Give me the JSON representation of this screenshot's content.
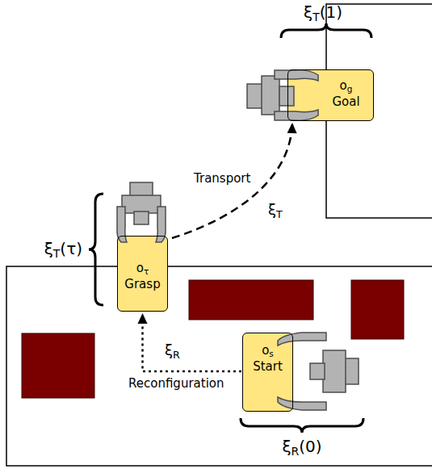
{
  "diagram": {
    "nodes": [
      {
        "text": [
          "og",
          "Goal"
        ]
      },
      {
        "text": [
          "oτ",
          "Grasp"
        ]
      },
      {
        "text": [
          "os",
          "Start"
        ]
      }
    ],
    "edges": [
      {
        "from": 1,
        "to": 0,
        "arrow": "to",
        "label": "Transport"
      },
      {
        "from": 2,
        "to": 1,
        "arrow": "to",
        "label": "Reconfiguration"
      }
    ],
    "labels": [
      "ξT(1)",
      "ξT(τ)",
      "ξT",
      "ξR",
      "ξR(0)"
    ]
  }
}
